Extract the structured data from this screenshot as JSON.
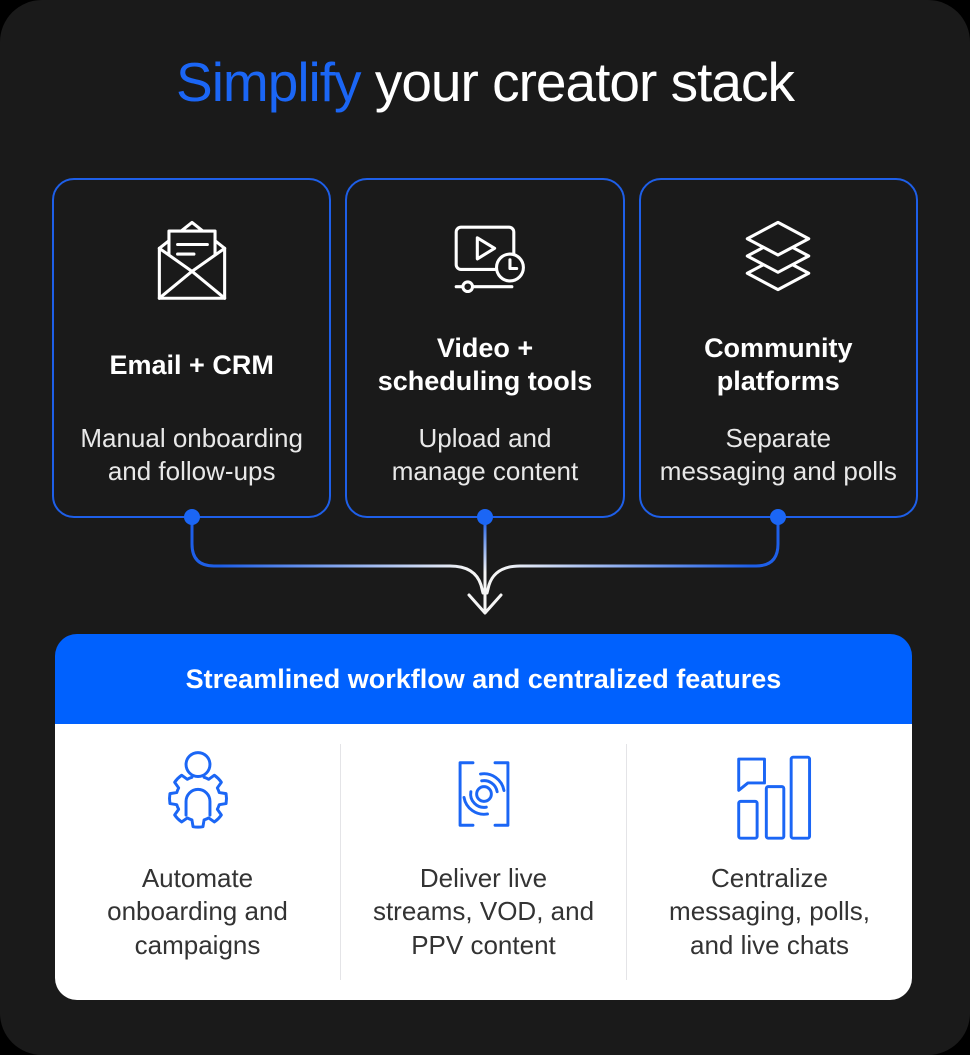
{
  "title": {
    "highlight": "Simplify",
    "rest": " your creator stack"
  },
  "colors": {
    "background": "#000000",
    "panel_bg": "#1a1a1a",
    "accent_blue": "#1b66f5",
    "card_border_blue": "#1e5fe8",
    "header_blue": "#0061fe",
    "card_text": "#ffffff",
    "card_subtext": "#e8e8e8",
    "feature_text": "#333333"
  },
  "cards": [
    {
      "icon": "open-envelope-icon",
      "title": "Email + CRM",
      "description": "Manual onboarding\nand follow-ups"
    },
    {
      "icon": "video-scheduling-icon",
      "title": "Video +\nscheduling tools",
      "description": "Upload and\nmanage content"
    },
    {
      "icon": "layers-icon",
      "title": "Community\nplatforms",
      "description": "Separate\nmessaging and polls"
    }
  ],
  "connector": {
    "style": "three dots merge into downward arrow",
    "dot_color": "#1b66f5",
    "arrow_color": "#f5f5f5"
  },
  "result_panel": {
    "header": "Streamlined workflow and centralized features",
    "features": [
      {
        "icon": "gear-person-icon",
        "text": "Automate\nonboarding and\ncampaigns"
      },
      {
        "icon": "live-broadcast-icon",
        "text": "Deliver live\nstreams, VOD, and\nPPV content"
      },
      {
        "icon": "chart-chat-icon",
        "text": "Centralize\nmessaging, polls,\nand live chats"
      }
    ]
  }
}
